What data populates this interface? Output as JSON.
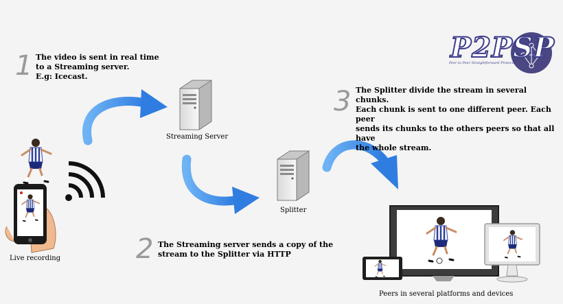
{
  "logo": {
    "title": "P2PSP",
    "subtitle": "Peer to Peer Straightforward Protocol"
  },
  "steps": [
    {
      "number": "1",
      "lines": [
        "The video is sent in real time",
        "to a Streaming server.",
        "E.g: Icecast."
      ]
    },
    {
      "number": "2",
      "lines": [
        "The Streaming server sends a copy of the",
        "stream to the Splitter via HTTP"
      ]
    },
    {
      "number": "3",
      "lines": [
        "The Splitter divide the stream in several chunks.",
        "Each chunk is sent to one different peer. Each peer",
        "sends its chunks to the others peers so that all have",
        "the whole stream."
      ]
    }
  ],
  "captions": {
    "live_recording": "Live recording",
    "streaming_server": "Streaming Server",
    "splitter": "Splitter",
    "peers": "Peers in several platforms and devices"
  },
  "icons": [
    "player-figure-icon",
    "phone-icon",
    "wireless-signal-icon",
    "server-icon",
    "monitor-icon",
    "tablet-icon",
    "arrow-icon"
  ],
  "colors": {
    "arrow": "#3d8fe8",
    "step_number": "#9a9a9a",
    "logo_navy": "#3b3b8a",
    "background": "#f4f4f4"
  }
}
